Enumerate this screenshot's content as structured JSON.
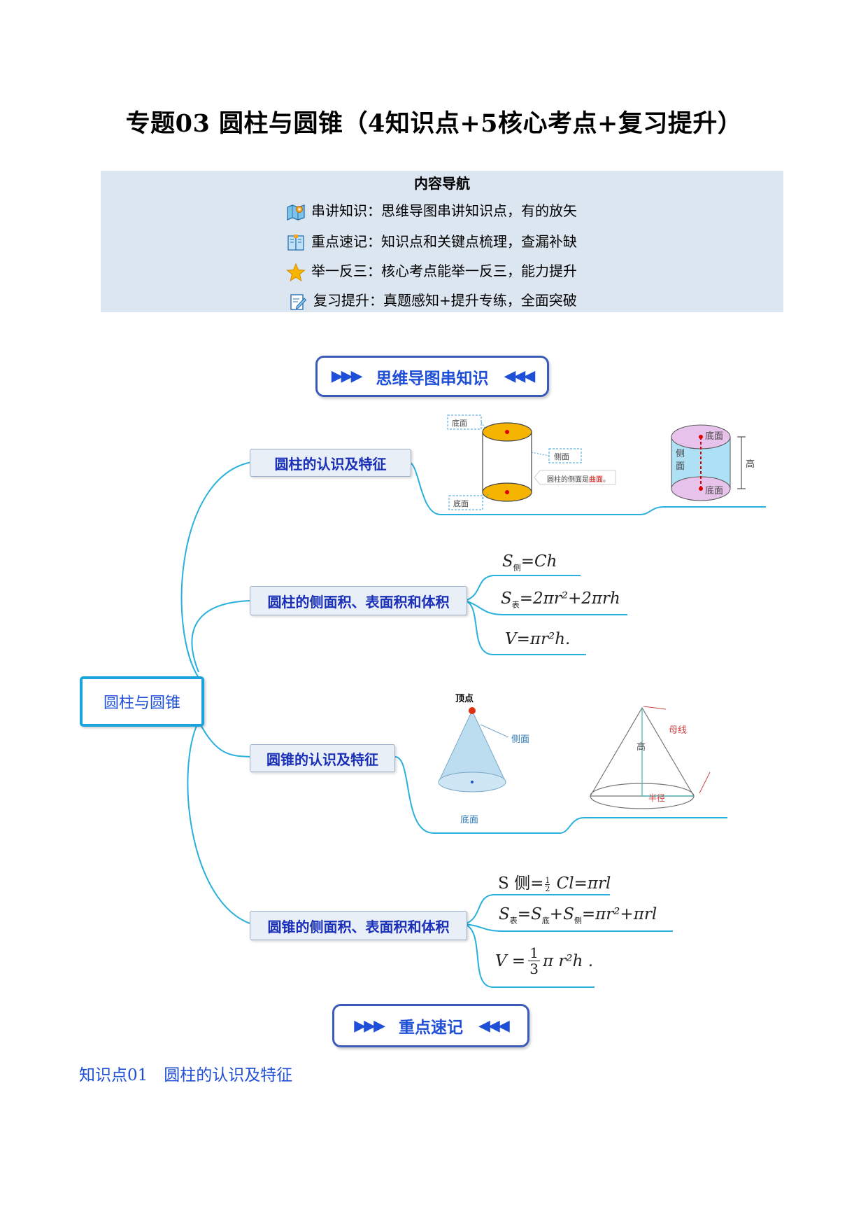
{
  "title": "专题03 圆柱与圆锥（4知识点+5核心考点+复习提升）",
  "nav": {
    "heading": "内容导航",
    "items": [
      {
        "icon": "map-icon",
        "text": "串讲知识：思维导图串讲知识点，有的放矢"
      },
      {
        "icon": "book-icon",
        "text": "重点速记：知识点和关键点梳理，查漏补缺"
      },
      {
        "icon": "star-icon",
        "text": "举一反三：核心考点能举一反三，能力提升"
      },
      {
        "icon": "edit-icon",
        "text": "复习提升：真题感知+提升专练，全面突破"
      }
    ]
  },
  "section1": {
    "label": "思维导图串知识"
  },
  "section2": {
    "label": "重点速记"
  },
  "mindmap": {
    "root": "圆柱与圆锥",
    "branches": [
      "圆柱的认识及特征",
      "圆柱的侧面积、表面积和体积",
      "圆锥的认识及特征",
      "圆锥的侧面积、表面积和体积"
    ],
    "cyl_labels": {
      "top": "底面",
      "side": "侧面",
      "bottom": "底面",
      "callout_prefix": "圆柱的侧面是",
      "callout_highlight": "曲面",
      "callout_suffix": "。",
      "right_top": "底面",
      "right_side": "侧面",
      "right_height": "高",
      "right_bottom": "底面"
    },
    "cyl_formulas": {
      "lateral_S": "S",
      "lateral_sub": "侧",
      "lateral_rest": "=Ch",
      "surface_S": "S",
      "surface_sub": "表",
      "surface_rest": "=2πr²+2πrh",
      "volume": "V=πr²h."
    },
    "cone_labels": {
      "apex": "顶点",
      "side": "侧面",
      "base": "底面",
      "right_slant": "母线",
      "right_height": "高",
      "right_radius": "半径"
    },
    "cone_formulas": {
      "lateral_prefix": "S 侧=",
      "lateral_frac_num": "1",
      "lateral_frac_den": "2",
      "lateral_rest": " Cl=πrl",
      "surface_S": "S",
      "surface_sub": "表",
      "surface_mid": "=S",
      "surface_sub2": "底",
      "surface_mid2": "+S",
      "surface_sub3": "侧",
      "surface_rest": "=πr²+πrl",
      "volume_prefix": "V =",
      "volume_num": "1",
      "volume_den": "3",
      "volume_rest": "π r²h ."
    }
  },
  "knowledge_point": "知识点01　圆柱的认识及特征",
  "colors": {
    "accent": "#1f4fd6",
    "nav_bg": "#dce6f1",
    "branch_line": "#1aa3dc",
    "node_bg": "#e9eff7"
  }
}
